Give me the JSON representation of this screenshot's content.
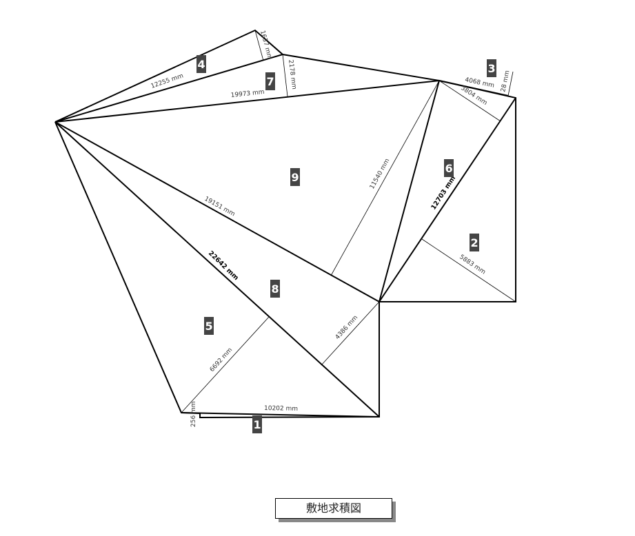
{
  "regions": [
    "1",
    "2",
    "3",
    "4",
    "5",
    "6",
    "7",
    "8",
    "9"
  ],
  "dimensions": {
    "d12255": "12255 mm",
    "d1637": "1637 mm",
    "d2178": "2178 mm",
    "d19973": "19973 mm",
    "d4068": "4068 mm",
    "d3804": "3804 mm",
    "d28": "28 mm",
    "d11540": "11540 mm",
    "d12703": "12703 mm",
    "d5883": "5883 mm",
    "d19151": "19151 mm",
    "d22642": "22642 mm",
    "d4386": "4386 mm",
    "d6692": "6692 mm",
    "d10202": "10202 mm",
    "d256": "256 mm"
  },
  "caption": "敷地求積図"
}
